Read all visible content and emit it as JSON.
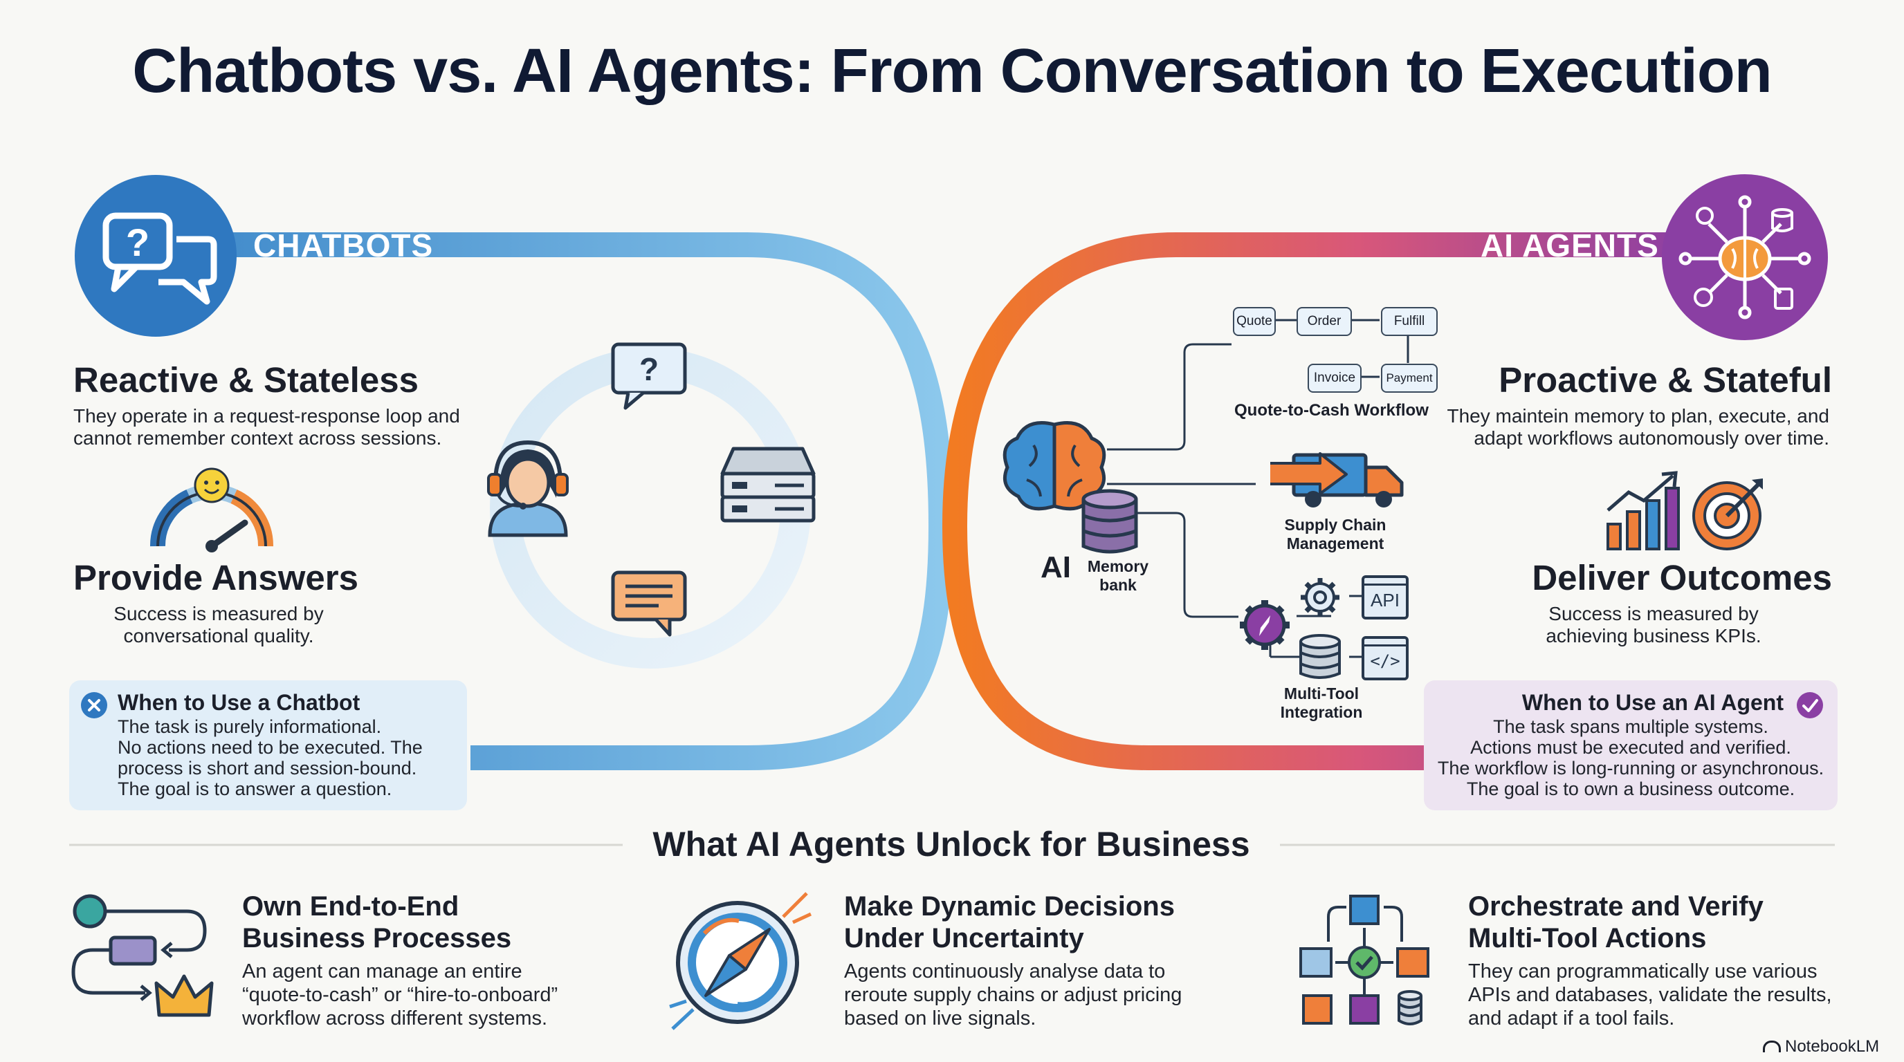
{
  "title": "Chatbots vs. AI Agents: From Conversation to Execution",
  "chatbots": {
    "header": "CHATBOTS",
    "trait_title": "Reactive & Stateless",
    "trait_text": [
      "They operate in a request-response loop and",
      "cannot remember context across sessions."
    ],
    "goal_title": "Provide Answers",
    "goal_text": [
      "Success is measured by",
      "conversational quality."
    ],
    "when_title": "When to Use a Chatbot",
    "when_lines": [
      "The task is purely informational.",
      "No actions need to be executed. The",
      "process is short and session-bound.",
      "The goal is to answer a question."
    ],
    "loop_icons": [
      "question-bubble-icon",
      "server-icon",
      "chat-bubble-icon",
      "support-agent-icon"
    ]
  },
  "agents": {
    "header": "AI AGENTS",
    "trait_title": "Proactive & Stateful",
    "trait_text": [
      "They maintein memory to plan, execute, and",
      "adapt workflows autonomously over time."
    ],
    "goal_title": "Deliver Outcomes",
    "goal_text": [
      "Success is measured by",
      "achieving business KPIs."
    ],
    "when_title": "When to Use an AI Agent",
    "when_lines": [
      "The task spans multiple systems.",
      "Actions must be executed and verified.",
      "The workflow is long-running or asynchronous.",
      "The goal is to own a business outcome."
    ],
    "diagram": {
      "ai_label": "AI",
      "memory_label": [
        "Memory",
        "bank"
      ],
      "workflow_steps_top": [
        "Quote",
        "Order",
        "Fulfill"
      ],
      "workflow_steps_bottom": [
        "Invoice",
        "Payment"
      ],
      "workflow_label": "Quote-to-Cash Workflow",
      "supply_label": [
        "Supply Chain",
        "Management"
      ],
      "api_label": "API",
      "code_label": "</>",
      "tools_label": [
        "Multi-Tool",
        "Integration"
      ]
    }
  },
  "unlock": {
    "heading": "What AI Agents Unlock for Business",
    "features": [
      {
        "title": [
          "Own End-to-End",
          "Business Processes"
        ],
        "text": [
          "An agent can manage an entire",
          "“quote-to-cash” or “hire-to-onboard”",
          "workflow across different systems."
        ],
        "icon": "process-flow-icon"
      },
      {
        "title": [
          "Make Dynamic Decisions",
          "Under Uncertainty"
        ],
        "text": [
          "Agents continuously analyse data to",
          "reroute supply chains or adjust pricing",
          "based on live signals."
        ],
        "icon": "compass-icon"
      },
      {
        "title": [
          "Orchestrate and Verify",
          "Multi-Tool Actions"
        ],
        "text": [
          "They can programmatically use various",
          "APIs and databases, validate the results,",
          "and adapt if a tool fails."
        ],
        "icon": "orchestration-icon"
      }
    ]
  },
  "brand": "NotebookLM",
  "colors": {
    "chatbot_blue": "#2f7fc6",
    "agent_orange": "#f07a2a",
    "agent_purple": "#8a3fa0",
    "chatbot_box": "#e1eef8",
    "agent_box": "#ede4f1"
  }
}
